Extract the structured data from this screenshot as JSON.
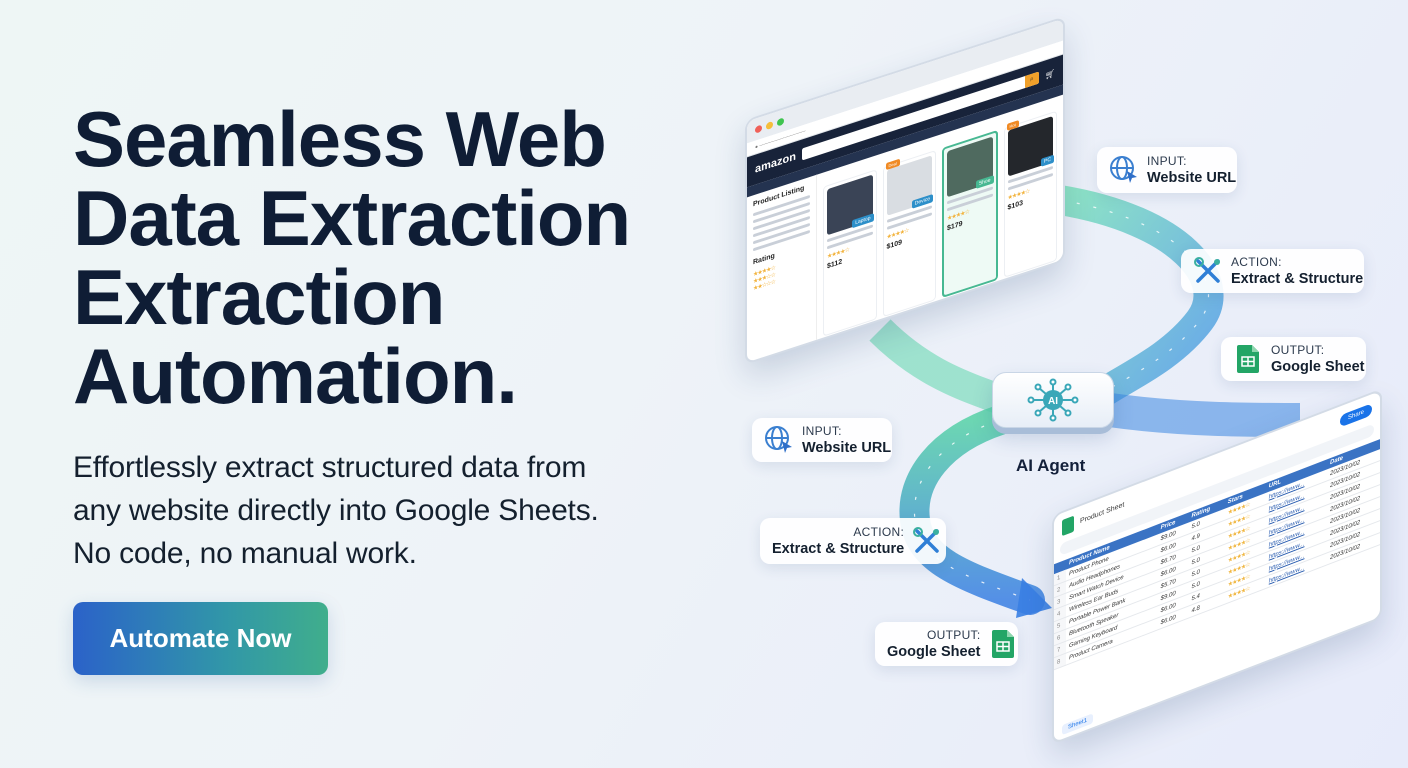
{
  "hero": {
    "headline": [
      "Seamless Web",
      "Data Extraction",
      "Extraction",
      "Automation."
    ],
    "subtext": [
      "Effortlessly extract structured data from",
      "any website directly into Google Sheets.",
      "No code, no manual work."
    ],
    "cta_label": "Automate Now"
  },
  "flow": {
    "ai_agent": {
      "badge": "AI",
      "label": "AI Agent"
    },
    "callouts_top": [
      {
        "tag": "INPUT:",
        "value": "Website URL",
        "icon": "globe-cursor-icon"
      },
      {
        "tag": "ACTION:",
        "value": "Extract & Structure",
        "icon": "tools-icon"
      },
      {
        "tag": "OUTPUT:",
        "value": "Google Sheet",
        "icon": "google-sheets-icon"
      }
    ],
    "callouts_bottom": [
      {
        "tag": "INPUT:",
        "value": "Website URL",
        "icon": "globe-cursor-icon"
      },
      {
        "tag": "ACTION:",
        "value": "Extract & Structure",
        "icon": "tools-icon"
      },
      {
        "tag": "OUTPUT:",
        "value": "Google Sheet",
        "icon": "google-sheets-icon"
      }
    ]
  },
  "browser": {
    "logo": "amazon",
    "sidebar_title": "Product Listing",
    "sidebar_section": "Rating",
    "products": [
      {
        "price": "$112",
        "badge": "Laptop",
        "img": "#3a4456"
      },
      {
        "price": "$109",
        "badge": "Device",
        "img": "#d9dde2",
        "tag": "Deal"
      },
      {
        "price": "$179",
        "badge": "Shoe",
        "img": "#4f6a5f",
        "selected": true
      },
      {
        "price": "$103",
        "badge": "PC",
        "img": "#24272c",
        "tag": "Hot"
      }
    ]
  },
  "sheet": {
    "title": "Product Sheet",
    "share_label": "Share",
    "tab_label": "Sheet1",
    "columns": [
      "Product Name",
      "Price",
      "Rating",
      "Stars",
      "URL",
      "Date"
    ],
    "rows": [
      [
        "Product Phone",
        "$9.00",
        "5.0",
        "★★★★☆",
        "https://www...",
        "2023/10/02"
      ],
      [
        "Audio Headphones",
        "$6.00",
        "4.9",
        "★★★★☆",
        "https://www...",
        "2023/10/02"
      ],
      [
        "Smart Watch Device",
        "$6.70",
        "5.0",
        "★★★★☆",
        "https://www...",
        "2023/10/02"
      ],
      [
        "Wireless Ear Buds",
        "$6.00",
        "5.0",
        "★★★★☆",
        "https://www...",
        "2023/10/02"
      ],
      [
        "Portable Power Bank",
        "$5.70",
        "5.0",
        "★★★★☆",
        "https://www...",
        "2023/10/02"
      ],
      [
        "Bluetooth Speaker",
        "$9.00",
        "5.0",
        "★★★★☆",
        "https://www...",
        "2023/10/02"
      ],
      [
        "Gaming Keyboard",
        "$6.00",
        "5.4",
        "★★★★☆",
        "https://www...",
        "2023/10/02"
      ],
      [
        "Product Camera",
        "$6.00",
        "4.8",
        "★★★★☆",
        "https://www...",
        "2023/10/02"
      ]
    ]
  },
  "colors": {
    "headline": "#0f1d35",
    "cta_start": "#2b62c9",
    "cta_end": "#40ae8c",
    "flow_green": "#4fd3a3",
    "flow_blue": "#3a86e0",
    "sheets_green": "#23a566"
  }
}
